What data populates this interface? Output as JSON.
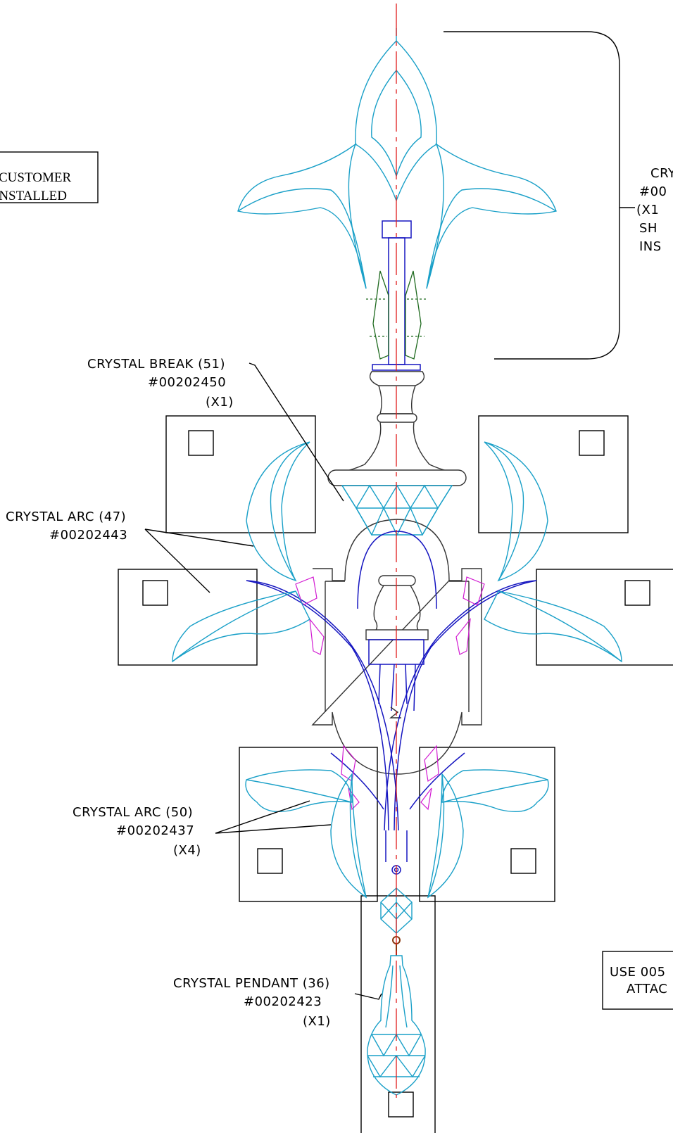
{
  "notes": {
    "customer_installed": [
      "CUSTOMER",
      "INSTALLED"
    ],
    "use_clip": [
      "USE 005",
      "ATTAC"
    ]
  },
  "callouts": {
    "top_spire": [
      "CRY",
      "#00",
      "(X1",
      "SH",
      "INS"
    ],
    "crystal_break": {
      "name": "CRYSTAL BREAK (51)",
      "part": "#00202450",
      "qty": "(X1)"
    },
    "crystal_arc_47": {
      "name": "CRYSTAL ARC (47)",
      "part": "#00202443"
    },
    "crystal_arc_50": {
      "name": "CRYSTAL ARC (50)",
      "part": "#00202437",
      "qty": "(X4)"
    },
    "crystal_pendant": {
      "name": "CRYSTAL PENDANT (36)",
      "part": "#00202423",
      "qty": "(X1)"
    }
  },
  "colors": {
    "crystal": "#1aa0c8",
    "frame": "#1515c0",
    "body": "#333333",
    "clip": "#d21cd2",
    "spire_pin": "#1f6a1f",
    "centerline": "#e01b1b"
  }
}
